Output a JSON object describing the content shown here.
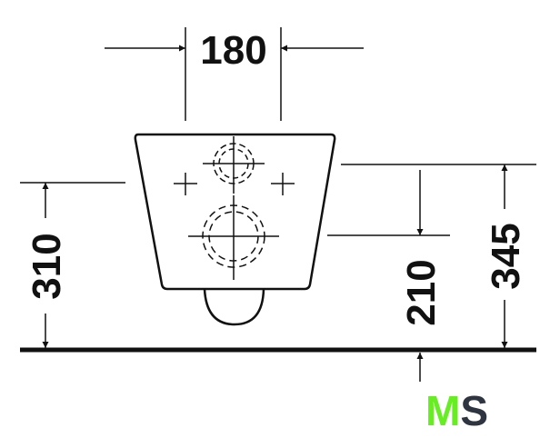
{
  "dimensions": {
    "width_top": "180",
    "height_left": "310",
    "height_inlet": "210",
    "height_right": "345"
  },
  "logo": {
    "text_m": "M",
    "text_s": "S",
    "color_m": "#66ee22",
    "color_s": "#2e3540"
  },
  "colors": {
    "line": "#111111"
  }
}
